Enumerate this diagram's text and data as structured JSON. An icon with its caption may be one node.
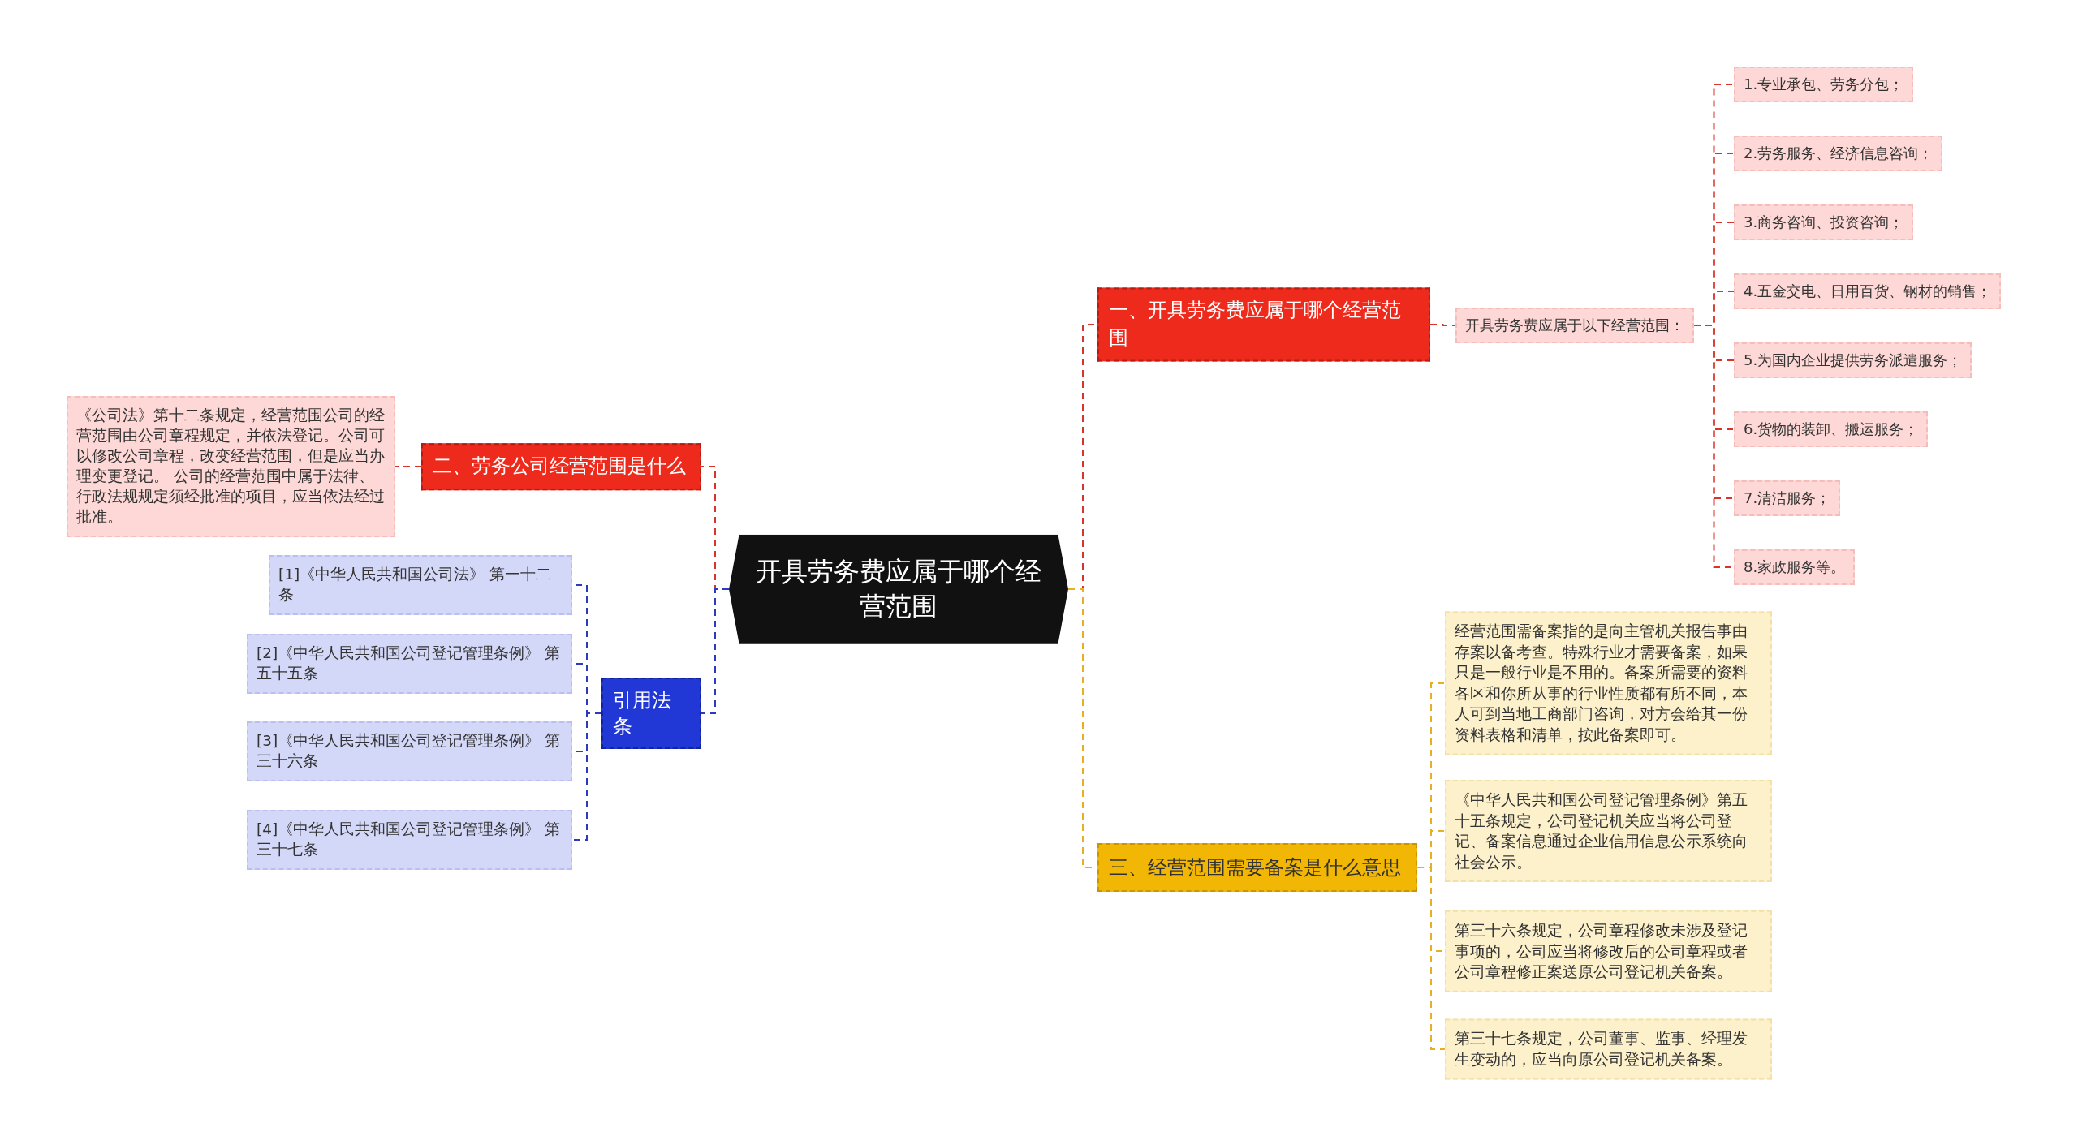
{
  "diagram": {
    "nodes": [
      {
        "text": [
          "开具劳务费应属于哪个经营范围"
        ]
      },
      {
        "text": [
          "一、开具劳务费应属于哪个经营范围"
        ]
      },
      {
        "text": [
          "开具劳务费应属于以下经营范围："
        ]
      },
      {
        "text": [
          "1.专业承包、劳务分包；"
        ]
      },
      {
        "text": [
          "2.劳务服务、经济信息咨询；"
        ]
      },
      {
        "text": [
          "3.商务咨询、投资咨询；"
        ]
      },
      {
        "text": [
          "4.五金交电、日用百货、钢材的销售；"
        ]
      },
      {
        "text": [
          "5.为国内企业提供劳务派遣服务；"
        ]
      },
      {
        "text": [
          "6.货物的装卸、搬运服务；"
        ]
      },
      {
        "text": [
          "7.清洁服务；"
        ]
      },
      {
        "text": [
          "8.家政服务等。"
        ]
      },
      {
        "text": [
          "二、劳务公司经营范围是什么"
        ]
      },
      {
        "text": [
          "《公司法》第十二条规定，经营范围公司的经营范围由公司章程规定，并依法登记。公司可以修改公司章程，改变经营范围，但是应当办理变更登记。 公司的经营范围中属于法律、行政法规规定须经批准的项目，应当依法经过批准。"
        ]
      },
      {
        "text": [
          "引用法条"
        ]
      },
      {
        "text": [
          "[1]《中华人民共和国公司法》 第一十二条"
        ]
      },
      {
        "text": [
          "[2]《中华人民共和国公司登记管理条例》 第五十五条"
        ]
      },
      {
        "text": [
          "[3]《中华人民共和国公司登记管理条例》 第三十六条"
        ]
      },
      {
        "text": [
          "[4]《中华人民共和国公司登记管理条例》 第三十七条"
        ]
      },
      {
        "text": [
          "三、经营范围需要备案是什么意思"
        ]
      },
      {
        "text": [
          "经营范围需备案指的是向主管机关报告事由存案以备考查。特殊行业才需要备案，如果只是一般行业是不用的。备案所需要的资料各区和你所从事的行业性质都有所不同，本人可到当地工商部门咨询，对方会给其一份资料表格和清单，按此备案即可。"
        ]
      },
      {
        "text": [
          "《中华人民共和国公司登记管理条例》第五十五条规定，公司登记机关应当将公司登记、备案信息通过企业信用信息公示系统向社会公示。"
        ]
      },
      {
        "text": [
          "第三十六条规定，公司章程修改未涉及登记事项的，公司应当将修改后的公司章程或者公司章程修正案送原公司登记机关备案。"
        ]
      },
      {
        "text": [
          "第三十七条规定，公司董事、监事、经理发生变动的，应当向原公司登记机关备案。"
        ]
      }
    ],
    "edges": [
      {
        "from": 0,
        "to": 1,
        "arrow": "none",
        "style": "dashed"
      },
      {
        "from": 1,
        "to": 2,
        "arrow": "none",
        "style": "dashed"
      },
      {
        "from": 2,
        "to": 3,
        "arrow": "none",
        "style": "dashed"
      },
      {
        "from": 2,
        "to": 4,
        "arrow": "none",
        "style": "dashed"
      },
      {
        "from": 2,
        "to": 5,
        "arrow": "none",
        "style": "dashed"
      },
      {
        "from": 2,
        "to": 6,
        "arrow": "none",
        "style": "dashed"
      },
      {
        "from": 2,
        "to": 7,
        "arrow": "none",
        "style": "dashed"
      },
      {
        "from": 2,
        "to": 8,
        "arrow": "none",
        "style": "dashed"
      },
      {
        "from": 2,
        "to": 9,
        "arrow": "none",
        "style": "dashed"
      },
      {
        "from": 2,
        "to": 10,
        "arrow": "none",
        "style": "dashed"
      },
      {
        "from": 0,
        "to": 11,
        "arrow": "none",
        "style": "dashed"
      },
      {
        "from": 11,
        "to": 12,
        "arrow": "none",
        "style": "dashed"
      },
      {
        "from": 0,
        "to": 13,
        "arrow": "none",
        "style": "dashed",
        "color": "#2a3bbf"
      },
      {
        "from": 13,
        "to": 14,
        "arrow": "none",
        "style": "dashed",
        "color": "#2a3bbf"
      },
      {
        "from": 13,
        "to": 15,
        "arrow": "none",
        "style": "dashed",
        "color": "#2a3bbf"
      },
      {
        "from": 13,
        "to": 16,
        "arrow": "none",
        "style": "dashed",
        "color": "#2a3bbf"
      },
      {
        "from": 13,
        "to": 17,
        "arrow": "none",
        "style": "dashed",
        "color": "#2a3bbf"
      },
      {
        "from": 0,
        "to": 18,
        "arrow": "none",
        "style": "dashed",
        "color": "#e6b020"
      },
      {
        "from": 18,
        "to": 19,
        "arrow": "none",
        "style": "dashed",
        "color": "#e6b020"
      },
      {
        "from": 18,
        "to": 20,
        "arrow": "none",
        "style": "dashed",
        "color": "#e6b020"
      },
      {
        "from": 18,
        "to": 21,
        "arrow": "none",
        "style": "dashed",
        "color": "#e6b020"
      },
      {
        "from": 18,
        "to": 22,
        "arrow": "none",
        "style": "dashed",
        "color": "#e6b020"
      }
    ]
  }
}
